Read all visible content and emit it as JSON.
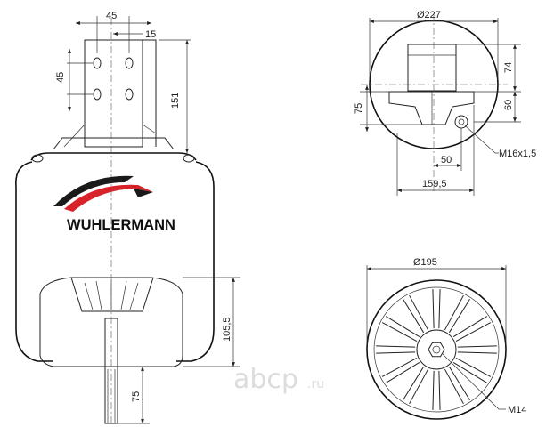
{
  "brand": {
    "name": "WUHLERMANN",
    "swoosh_colors": [
      "#1a1a1a",
      "#d8232a"
    ]
  },
  "watermark": {
    "main": "abcp",
    "suffix": ".ru"
  },
  "side_view": {
    "dims": {
      "bracket_width": "45",
      "hole_spacing_h": "15",
      "hole_spacing_v": "45",
      "bracket_height": "151",
      "piston_height": "105,5",
      "stud_length": "75"
    }
  },
  "top_view": {
    "dims": {
      "diameter": "Ø227",
      "height_74": "74",
      "height_60": "60",
      "height_75": "75",
      "offset_50": "50",
      "offset_159_5": "159,5",
      "thread": "M16x1,5"
    }
  },
  "bottom_view": {
    "dims": {
      "diameter": "Ø195",
      "thread": "M14"
    }
  }
}
